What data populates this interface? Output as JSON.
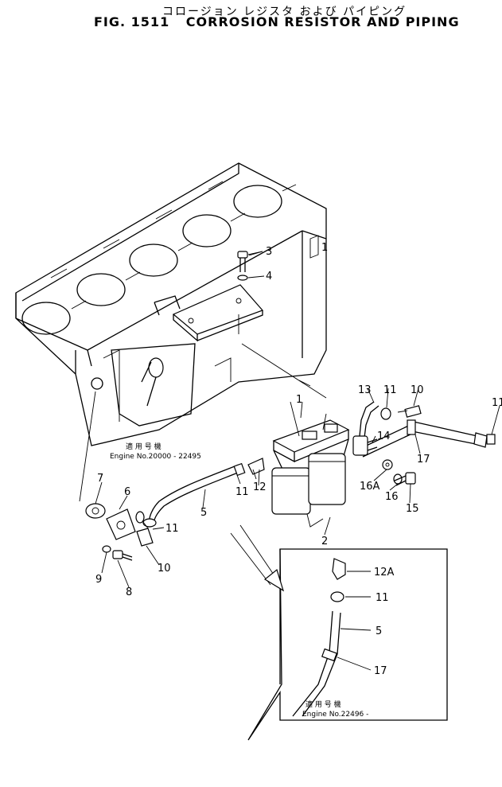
{
  "figure": {
    "title_jp": "コロージョン レジスタ および パイピング",
    "fig_number": "FIG. 1511",
    "title_en": "CORROSION RESISTOR AND PIPING"
  },
  "notes": {
    "main_jp": "適 用 号 機",
    "main_engine": "Engine No.20000 - 22495",
    "inset_jp": "適 用 号 機",
    "inset_engine": "Engine No.22496 -"
  },
  "callouts": {
    "c1a": "1",
    "c1b": "1",
    "c2": "2",
    "c3": "3",
    "c4": "4",
    "c5a": "5",
    "c5b": "5",
    "c6": "6",
    "c7": "7",
    "c8": "8",
    "c9": "9",
    "c10a": "10",
    "c10b": "10",
    "c11a": "11",
    "c11b": "11",
    "c11c": "11",
    "c11d": "11",
    "c11e": "11",
    "c12": "12",
    "c12a": "12A",
    "c13": "13",
    "c14": "14",
    "c15": "15",
    "c16": "16",
    "c16a": "16A",
    "c17a": "17",
    "c17b": "17"
  }
}
